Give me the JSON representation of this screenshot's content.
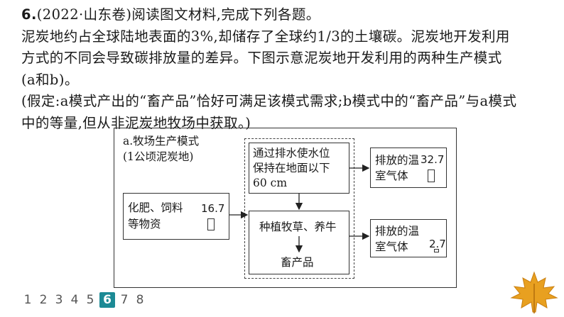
{
  "question": {
    "number": "6.",
    "source": "(2022·山东卷)阅读图文材料,完成下列各题。",
    "lines": [
      "泥炭地约占全球陆地表面的3%,却储存了全球约1/3的土壤碳。泥炭地开发利用",
      "方式的不同会导致碳排放量的差异。下图示意泥炭地开发利用的两种生产模式",
      "(a和b)。",
      "(假定:a模式产出的“畜产品”恰好可满足该模式需求;b模式中的“畜产品”与a模式",
      "中的等量,但从非泥炭地牧场中获取。)"
    ]
  },
  "diagram": {
    "title_line1": "a.牧场生产模式",
    "title_line2": "(1公顷泥炭地)",
    "input_box": {
      "line1": "化肥、饲料",
      "line2": "等物资",
      "value": "16.7"
    },
    "drain_box": {
      "line1": "通过排水使水位",
      "line2": "保持在地面以下",
      "line3": "60 cm"
    },
    "farm_box": {
      "line1": "种植牧草、养牛",
      "line2": "畜产品"
    },
    "emission_top": {
      "line1": "排放的温",
      "line2": "室气体",
      "value": "32.7"
    },
    "emission_bottom": {
      "line1": "排放的温",
      "line2": "室气体",
      "value": "2.7"
    }
  },
  "pager": {
    "pages": [
      "1",
      "2",
      "3",
      "4",
      "5",
      "6",
      "7",
      "8"
    ],
    "active": "6"
  },
  "colors": {
    "accent": "#1c8a95",
    "leaf": "#e8a020"
  }
}
